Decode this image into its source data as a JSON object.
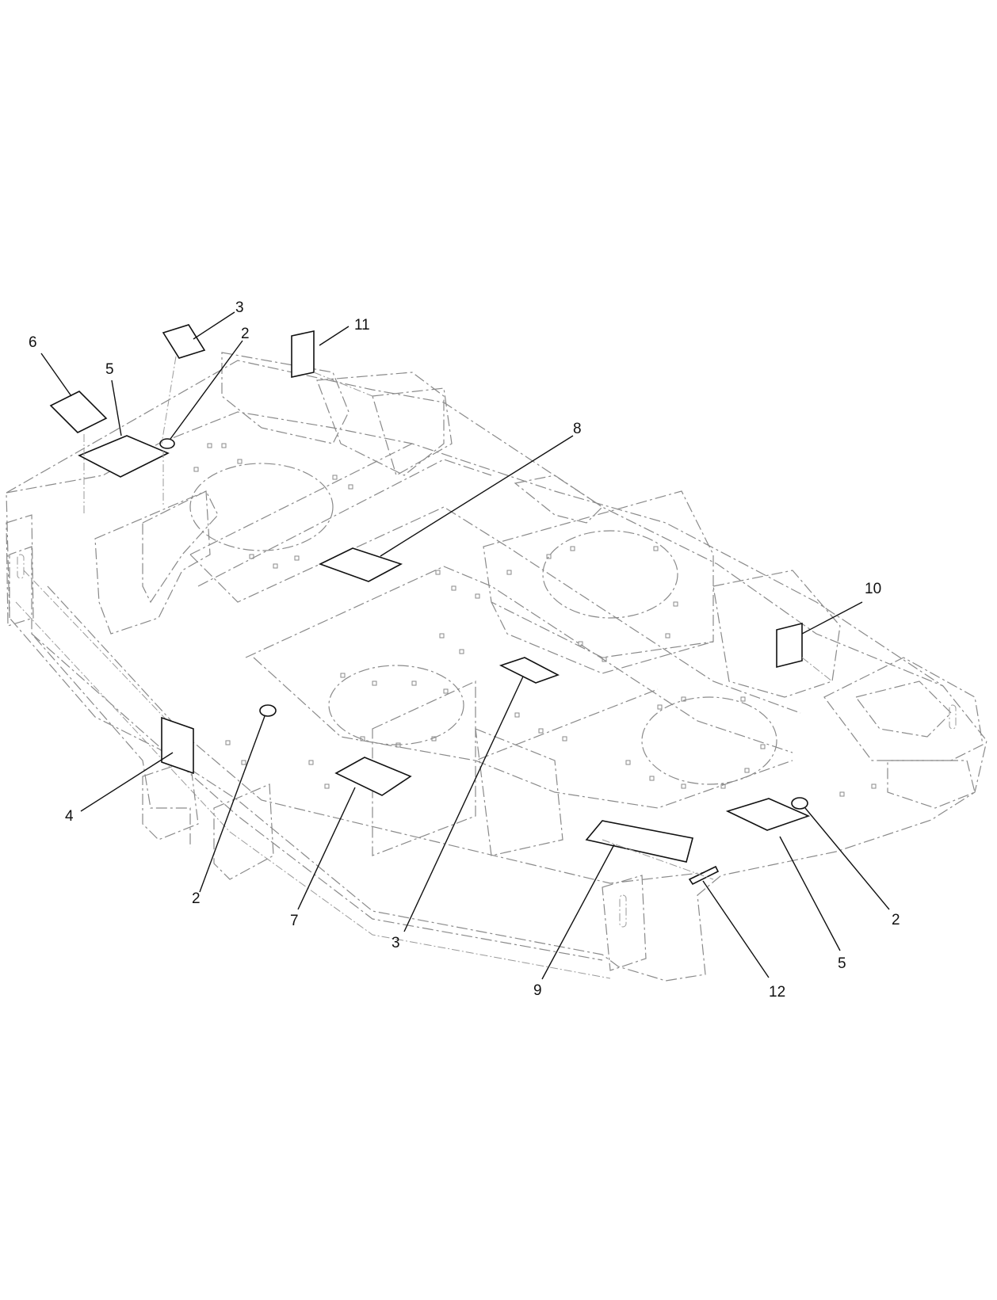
{
  "callouts": [
    {
      "id": "c6",
      "text": "6"
    },
    {
      "id": "c5a",
      "text": "5"
    },
    {
      "id": "c3a",
      "text": "3"
    },
    {
      "id": "c2a",
      "text": "2"
    },
    {
      "id": "c11",
      "text": "11"
    },
    {
      "id": "c8",
      "text": "8"
    },
    {
      "id": "c10",
      "text": "10"
    },
    {
      "id": "c4",
      "text": "4"
    },
    {
      "id": "c2b",
      "text": "2"
    },
    {
      "id": "c7",
      "text": "7"
    },
    {
      "id": "c3b",
      "text": "3"
    },
    {
      "id": "c9",
      "text": "9"
    },
    {
      "id": "c12",
      "text": "12"
    },
    {
      "id": "c5b",
      "text": "5"
    },
    {
      "id": "c2c",
      "text": "2"
    }
  ]
}
